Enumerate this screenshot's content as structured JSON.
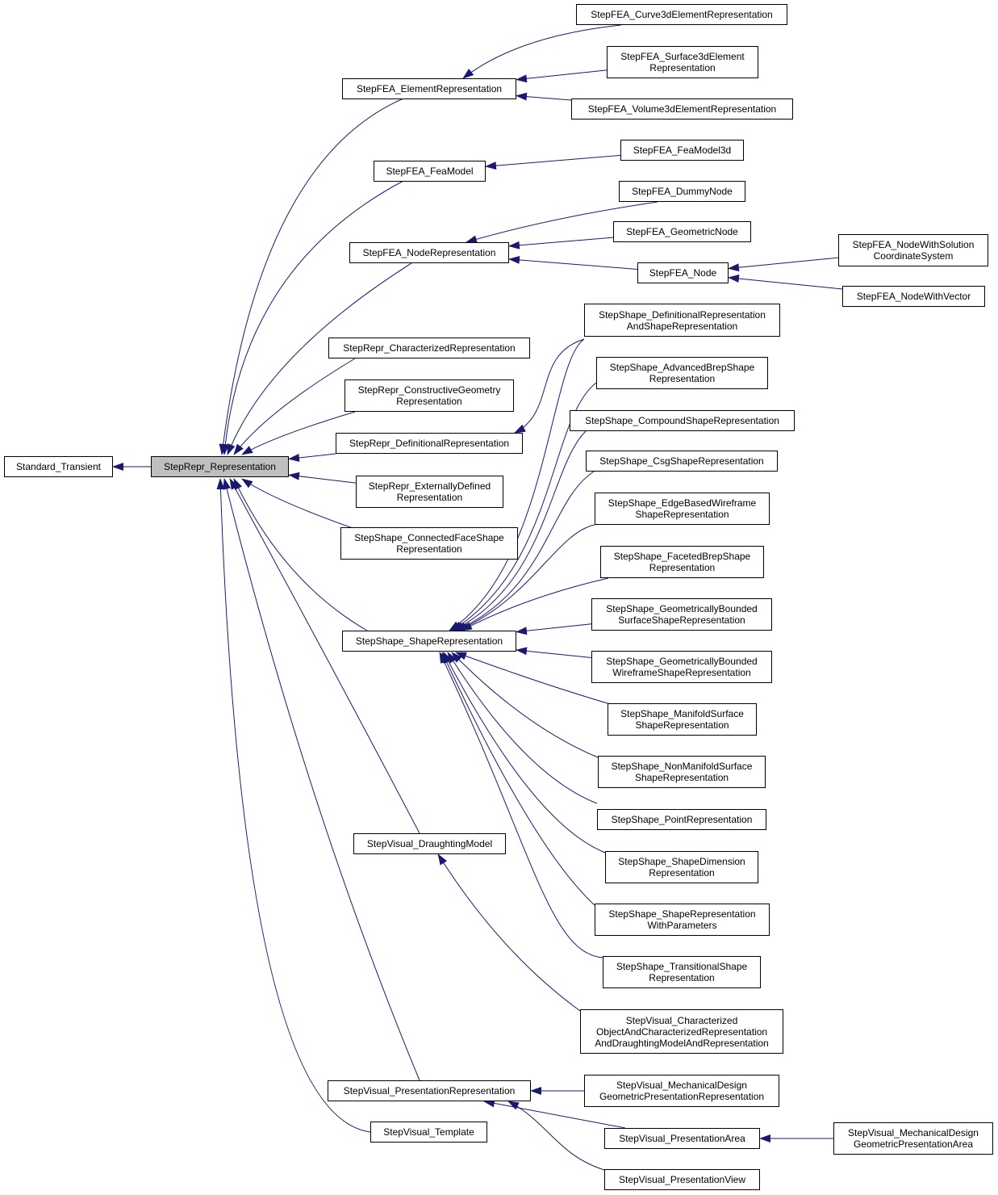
{
  "colors": {
    "edge": "#191970",
    "focus_fill": "#bfbfbf",
    "node_fill": "#ffffff",
    "border": "#000000"
  },
  "nodes": {
    "standard_transient": [
      "Standard_Transient"
    ],
    "stepRepr_representation": [
      "StepRepr_Representation"
    ],
    "stepFEA_elementRepresentation": [
      "StepFEA_ElementRepresentation"
    ],
    "stepFEA_curve3d": [
      "StepFEA_Curve3dElementRepresentation"
    ],
    "stepFEA_surface3d": [
      "StepFEA_Surface3dElement",
      "Representation"
    ],
    "stepFEA_volume3d": [
      "StepFEA_Volume3dElementRepresentation"
    ],
    "stepFEA_feaModel": [
      "StepFEA_FeaModel"
    ],
    "stepFEA_feaModel3d": [
      "StepFEA_FeaModel3d"
    ],
    "stepFEA_nodeRepresentation": [
      "StepFEA_NodeRepresentation"
    ],
    "stepFEA_dummyNode": [
      "StepFEA_DummyNode"
    ],
    "stepFEA_geometricNode": [
      "StepFEA_GeometricNode"
    ],
    "stepFEA_node": [
      "StepFEA_Node"
    ],
    "stepFEA_nodeWithSolution": [
      "StepFEA_NodeWithSolution",
      "CoordinateSystem"
    ],
    "stepFEA_nodeWithVector": [
      "StepFEA_NodeWithVector"
    ],
    "stepRepr_characterized": [
      "StepRepr_CharacterizedRepresentation"
    ],
    "stepRepr_constructive": [
      "StepRepr_ConstructiveGeometry",
      "Representation"
    ],
    "stepRepr_definitional": [
      "StepRepr_DefinitionalRepresentation"
    ],
    "stepRepr_externally": [
      "StepRepr_ExternallyDefined",
      "Representation"
    ],
    "stepShape_connectedFace": [
      "StepShape_ConnectedFaceShape",
      "Representation"
    ],
    "stepShape_shapeRepresentation": [
      "StepShape_ShapeRepresentation"
    ],
    "stepShape_definitionalAndShape": [
      "StepShape_DefinitionalRepresentation",
      "AndShapeRepresentation"
    ],
    "stepShape_advancedBrep": [
      "StepShape_AdvancedBrepShape",
      "Representation"
    ],
    "stepShape_compound": [
      "StepShape_CompoundShapeRepresentation"
    ],
    "stepShape_csg": [
      "StepShape_CsgShapeRepresentation"
    ],
    "stepShape_edgeBased": [
      "StepShape_EdgeBasedWireframe",
      "ShapeRepresentation"
    ],
    "stepShape_facetedBrep": [
      "StepShape_FacetedBrepShape",
      "Representation"
    ],
    "stepShape_geomBoundedSurface": [
      "StepShape_GeometricallyBounded",
      "SurfaceShapeRepresentation"
    ],
    "stepShape_geomBoundedWireframe": [
      "StepShape_GeometricallyBounded",
      "WireframeShapeRepresentation"
    ],
    "stepShape_manifoldSurface": [
      "StepShape_ManifoldSurface",
      "ShapeRepresentation"
    ],
    "stepShape_nonManifold": [
      "StepShape_NonManifoldSurface",
      "ShapeRepresentation"
    ],
    "stepShape_point": [
      "StepShape_PointRepresentation"
    ],
    "stepShape_shapeDimension": [
      "StepShape_ShapeDimension",
      "Representation"
    ],
    "stepShape_withParameters": [
      "StepShape_ShapeRepresentation",
      "WithParameters"
    ],
    "stepShape_transitional": [
      "StepShape_TransitionalShape",
      "Representation"
    ],
    "stepVisual_draughtingModel": [
      "StepVisual_DraughtingModel"
    ],
    "stepVisual_characterizedObject": [
      "StepVisual_Characterized",
      "ObjectAndCharacterizedRepresentation",
      "AndDraughtingModelAndRepresentation"
    ],
    "stepVisual_presentationRepresentation": [
      "StepVisual_PresentationRepresentation"
    ],
    "stepVisual_template": [
      "StepVisual_Template"
    ],
    "stepVisual_mechDesignGeomPresRep": [
      "StepVisual_MechanicalDesign",
      "GeometricPresentationRepresentation"
    ],
    "stepVisual_presentationArea": [
      "StepVisual_PresentationArea"
    ],
    "stepVisual_presentationView": [
      "StepVisual_PresentationView"
    ],
    "stepVisual_mechDesignGeomPresArea": [
      "StepVisual_MechanicalDesign",
      "GeometricPresentationArea"
    ]
  },
  "edges": [
    [
      "stepRepr_representation",
      "standard_transient"
    ],
    [
      "stepFEA_elementRepresentation",
      "stepRepr_representation"
    ],
    [
      "stepFEA_feaModel",
      "stepRepr_representation"
    ],
    [
      "stepFEA_nodeRepresentation",
      "stepRepr_representation"
    ],
    [
      "stepRepr_characterized",
      "stepRepr_representation"
    ],
    [
      "stepRepr_constructive",
      "stepRepr_representation"
    ],
    [
      "stepRepr_definitional",
      "stepRepr_representation"
    ],
    [
      "stepRepr_externally",
      "stepRepr_representation"
    ],
    [
      "stepShape_connectedFace",
      "stepRepr_representation"
    ],
    [
      "stepShape_shapeRepresentation",
      "stepRepr_representation"
    ],
    [
      "stepVisual_draughtingModel",
      "stepRepr_representation"
    ],
    [
      "stepVisual_presentationRepresentation",
      "stepRepr_representation"
    ],
    [
      "stepVisual_template",
      "stepRepr_representation"
    ],
    [
      "stepFEA_curve3d",
      "stepFEA_elementRepresentation"
    ],
    [
      "stepFEA_surface3d",
      "stepFEA_elementRepresentation"
    ],
    [
      "stepFEA_volume3d",
      "stepFEA_elementRepresentation"
    ],
    [
      "stepFEA_feaModel3d",
      "stepFEA_feaModel"
    ],
    [
      "stepFEA_dummyNode",
      "stepFEA_nodeRepresentation"
    ],
    [
      "stepFEA_geometricNode",
      "stepFEA_nodeRepresentation"
    ],
    [
      "stepFEA_node",
      "stepFEA_nodeRepresentation"
    ],
    [
      "stepFEA_nodeWithSolution",
      "stepFEA_node"
    ],
    [
      "stepFEA_nodeWithVector",
      "stepFEA_node"
    ],
    [
      "stepShape_definitionalAndShape",
      "stepRepr_definitional"
    ],
    [
      "stepShape_definitionalAndShape",
      "stepShape_shapeRepresentation"
    ],
    [
      "stepShape_advancedBrep",
      "stepShape_shapeRepresentation"
    ],
    [
      "stepShape_compound",
      "stepShape_shapeRepresentation"
    ],
    [
      "stepShape_csg",
      "stepShape_shapeRepresentation"
    ],
    [
      "stepShape_edgeBased",
      "stepShape_shapeRepresentation"
    ],
    [
      "stepShape_facetedBrep",
      "stepShape_shapeRepresentation"
    ],
    [
      "stepShape_geomBoundedSurface",
      "stepShape_shapeRepresentation"
    ],
    [
      "stepShape_geomBoundedWireframe",
      "stepShape_shapeRepresentation"
    ],
    [
      "stepShape_manifoldSurface",
      "stepShape_shapeRepresentation"
    ],
    [
      "stepShape_nonManifold",
      "stepShape_shapeRepresentation"
    ],
    [
      "stepShape_point",
      "stepShape_shapeRepresentation"
    ],
    [
      "stepShape_shapeDimension",
      "stepShape_shapeRepresentation"
    ],
    [
      "stepShape_withParameters",
      "stepShape_shapeRepresentation"
    ],
    [
      "stepShape_transitional",
      "stepShape_shapeRepresentation"
    ],
    [
      "stepVisual_characterizedObject",
      "stepVisual_draughtingModel"
    ],
    [
      "stepVisual_mechDesignGeomPresRep",
      "stepVisual_presentationRepresentation"
    ],
    [
      "stepVisual_presentationArea",
      "stepVisual_presentationRepresentation"
    ],
    [
      "stepVisual_presentationView",
      "stepVisual_presentationRepresentation"
    ],
    [
      "stepVisual_mechDesignGeomPresArea",
      "stepVisual_presentationArea"
    ]
  ]
}
